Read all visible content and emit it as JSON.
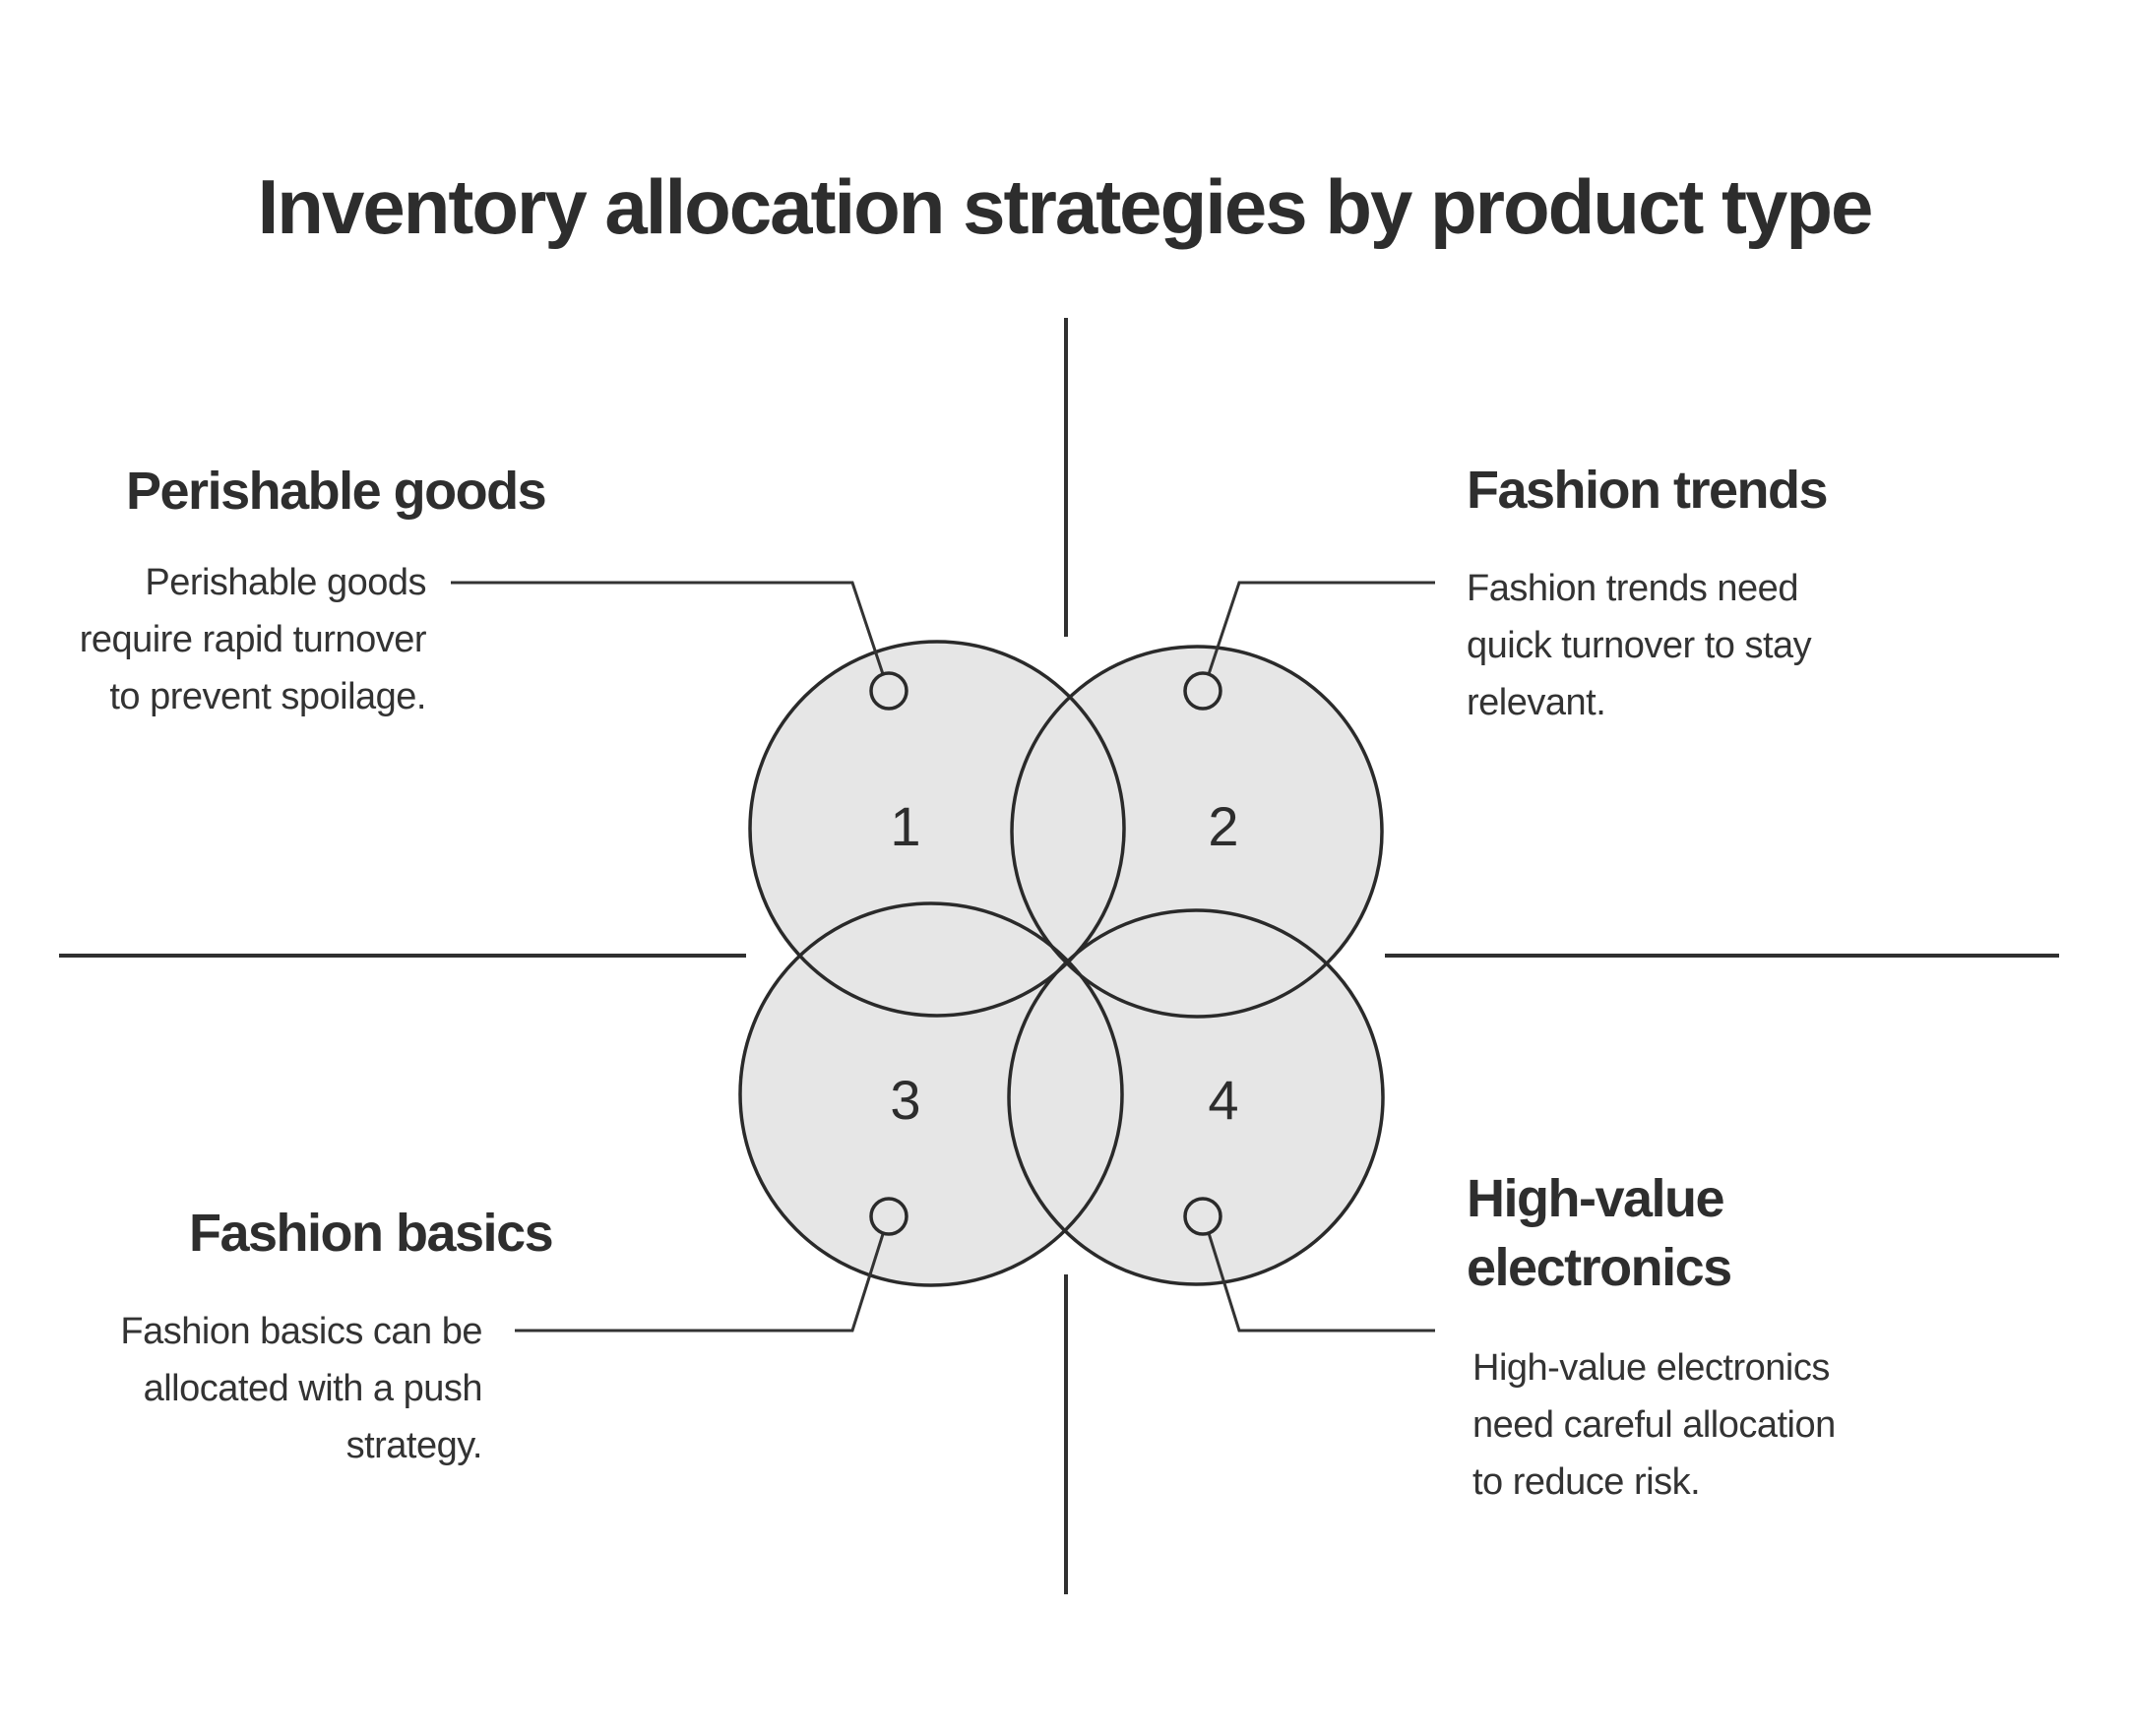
{
  "title": "Inventory allocation strategies by product type",
  "colors": {
    "background": "#ffffff",
    "circle_fill": "#e6e6e6",
    "circle_stroke": "#2a2a2a",
    "pin_fill": "#e6e6e6",
    "pin_stroke": "#2a2a2a",
    "divider_line": "#303030",
    "leader_line": "#333333",
    "text": "#2d2d2d"
  },
  "steps": [
    {
      "number": "1",
      "heading_lines": [
        "Perishable goods"
      ],
      "heading": "Perishable goods",
      "description": "Perishable goods require rapid turnover to prevent spoilage.",
      "desc_lines": [
        "Perishable goods",
        "require rapid turnover",
        "to prevent spoilage."
      ]
    },
    {
      "number": "2",
      "heading_lines": [
        "Fashion trends"
      ],
      "heading": "Fashion trends",
      "description": "Fashion trends need quick turnover to stay relevant.",
      "desc_lines": [
        "Fashion trends need",
        "quick turnover to stay",
        "relevant."
      ]
    },
    {
      "number": "3",
      "heading_lines": [
        "Fashion basics"
      ],
      "heading": "Fashion basics",
      "description": "Fashion basics can be allocated with a push strategy.",
      "desc_lines": [
        "Fashion basics can be",
        "allocated with a push",
        "strategy."
      ]
    },
    {
      "number": "4",
      "heading_lines": [
        "High-value",
        "electronics"
      ],
      "heading": "High-value electronics",
      "description": "High-value electronics need careful allocation to reduce risk.",
      "desc_lines": [
        "High-value electronics",
        "need careful allocation",
        "to reduce risk."
      ]
    }
  ]
}
